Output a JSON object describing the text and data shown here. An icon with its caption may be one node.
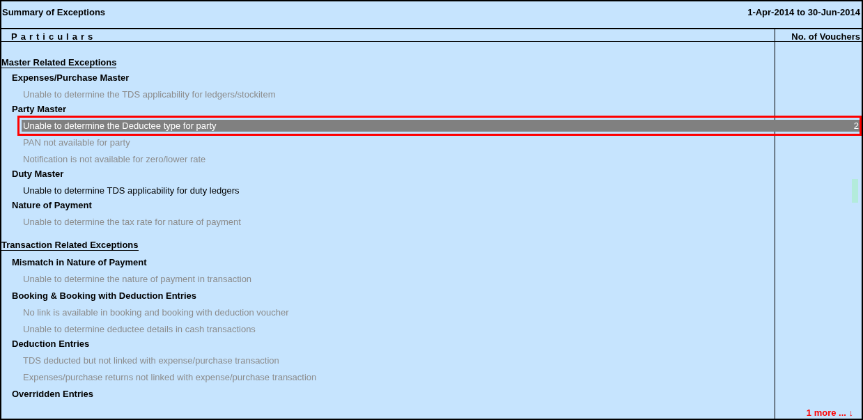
{
  "diagram": {
    "labels": [
      "Summary of Exceptions",
      "1-Apr-2014 to 30-Jun-2014",
      "Particulars",
      "No. of Vouchers",
      "Master Related Exceptions",
      "Expenses/Purchase Master",
      "Unable to determine the TDS applicability for ledgers/stockitem",
      "Party Master",
      "Unable to determine the Deductee type for party",
      "2",
      "PAN not available for party",
      "Notification is not available for zero/lower rate",
      "Duty Master",
      "Unable to determine TDS applicability for duty ledgers",
      "Nature of Payment",
      "Unable to determine the tax rate for nature of payment",
      "Transaction Related Exceptions",
      "Mismatch in Nature of Payment",
      "Unable to determine the nature of payment in transaction",
      "Booking & Booking with Deduction Entries",
      "No link is available in booking and booking with deduction voucher",
      "Unable to determine deductee details in cash transactions",
      "Deduction Entries",
      "TDS deducted but not linked with expense/purchase transaction",
      "Expenses/purchase returns not linked with expense/purchase transaction",
      "Overridden Entries",
      "1 more ... ↓"
    ]
  }
}
